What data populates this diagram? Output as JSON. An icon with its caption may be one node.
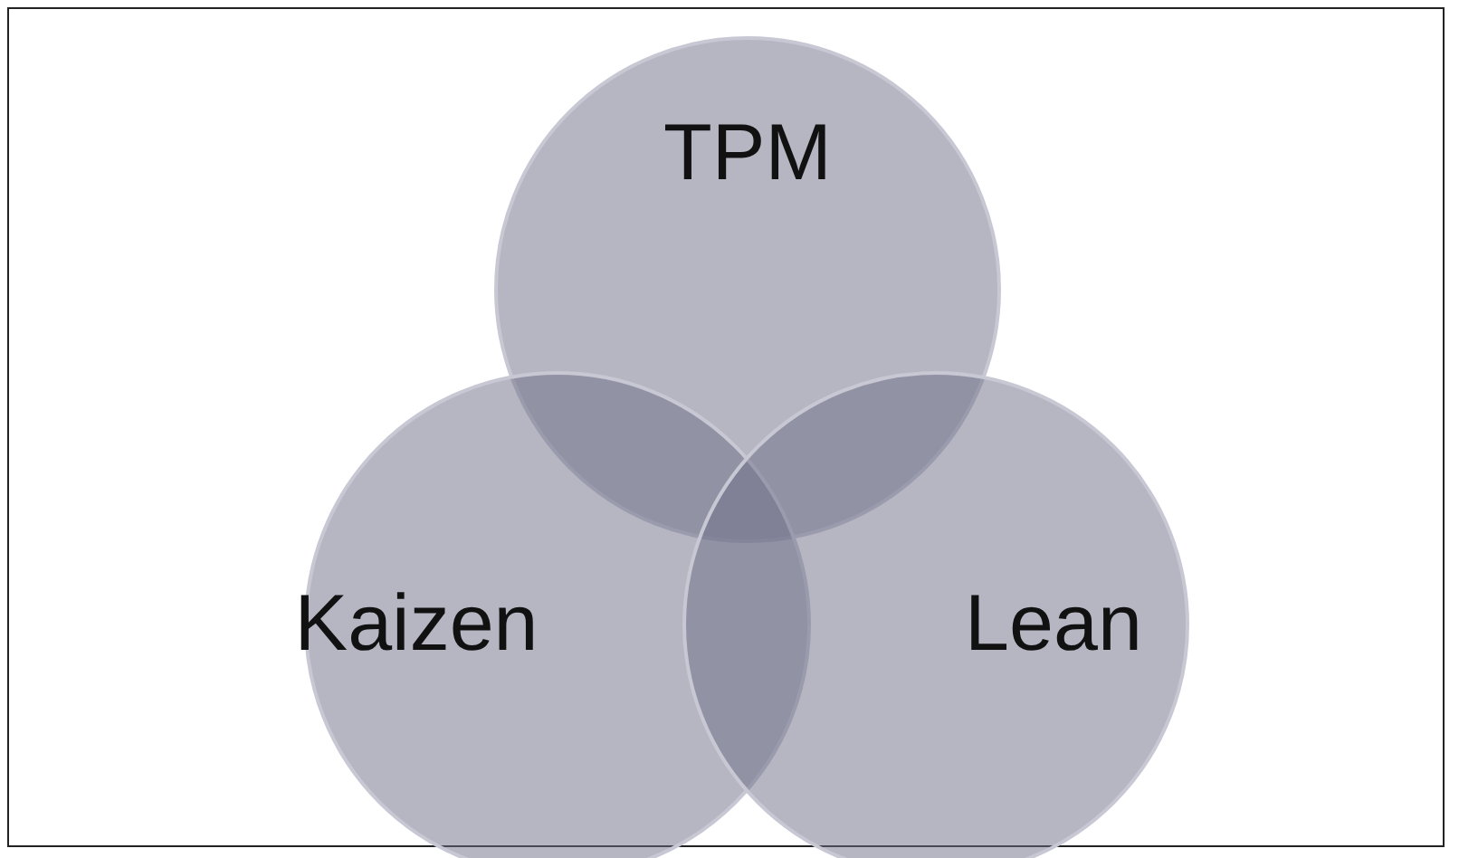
{
  "diagram": {
    "nodes": [
      {
        "text": [
          "TPM"
        ]
      },
      {
        "text": [
          "Kaizen"
        ]
      },
      {
        "text": [
          "Lean"
        ]
      }
    ]
  }
}
